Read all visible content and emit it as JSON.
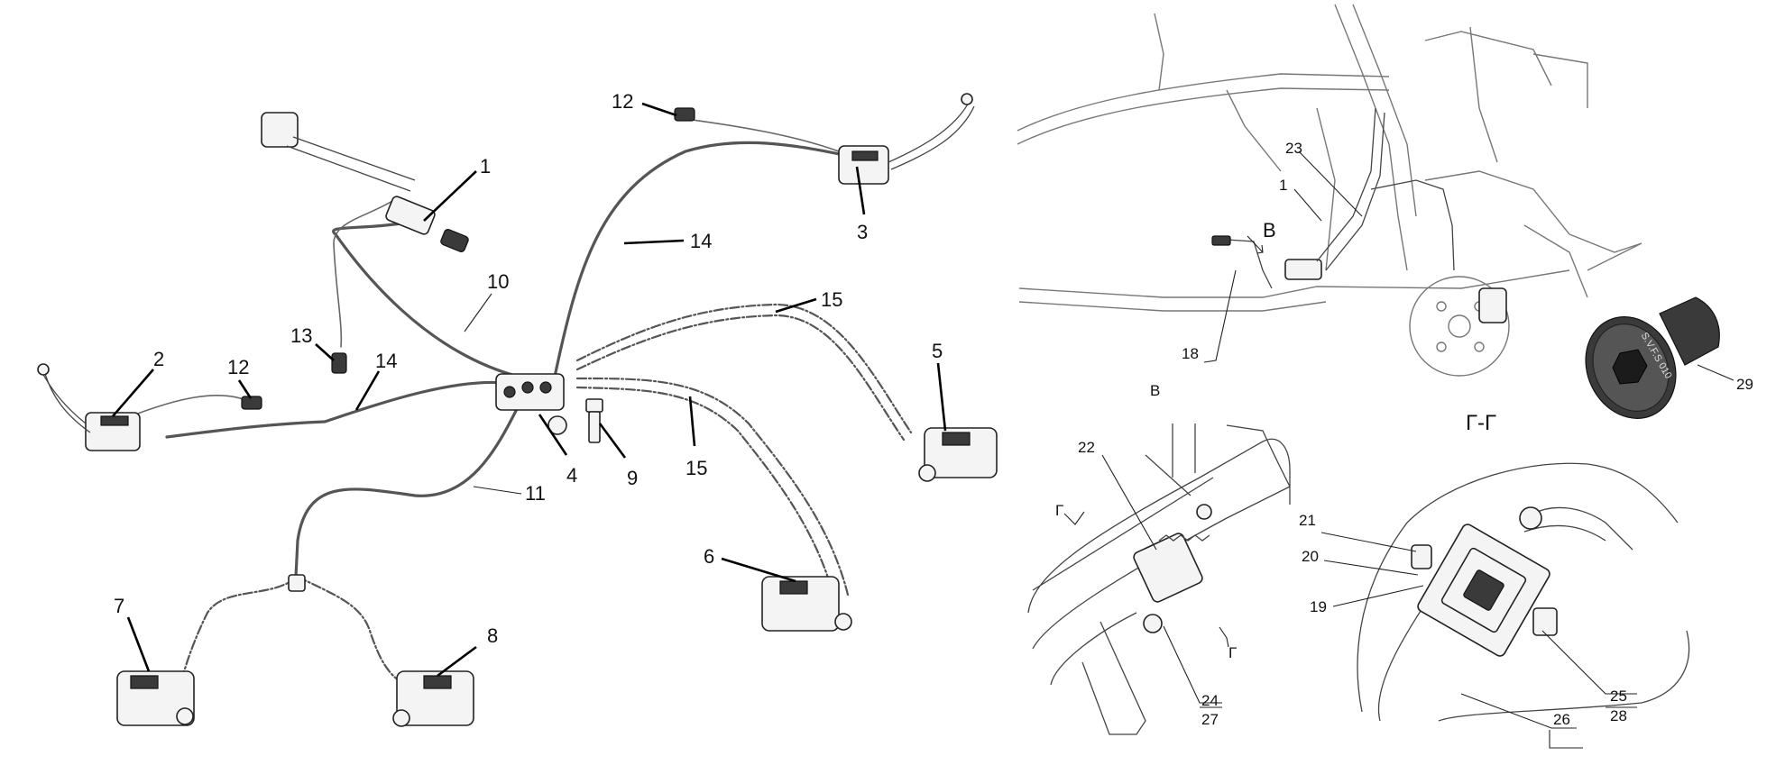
{
  "callouts": {
    "c1": "1",
    "c2": "2",
    "c3": "3",
    "c4": "4",
    "c5": "5",
    "c6": "6",
    "c7": "7",
    "c8": "8",
    "c9": "9",
    "c10": "10",
    "c11": "11",
    "c12a": "12",
    "c12b": "12",
    "c13": "13",
    "c14a": "14",
    "c14b": "14",
    "c15a": "15",
    "c15b": "15"
  },
  "frame_view": {
    "c23": "23",
    "c1": "1",
    "c18": "18",
    "view_arrow": "В"
  },
  "detail_b": {
    "title": "В",
    "c22": "22",
    "section_mark_top": "Г",
    "section_mark_bottom": "Г",
    "c24": "24",
    "c27": "27"
  },
  "section_gg": {
    "title": "Г-Г",
    "c21": "21",
    "c20": "20",
    "c19": "19",
    "c25": "25",
    "c28": "28",
    "c26": "26"
  },
  "bolt": {
    "c29": "29",
    "head_marking": "S.V.F.S 010"
  }
}
